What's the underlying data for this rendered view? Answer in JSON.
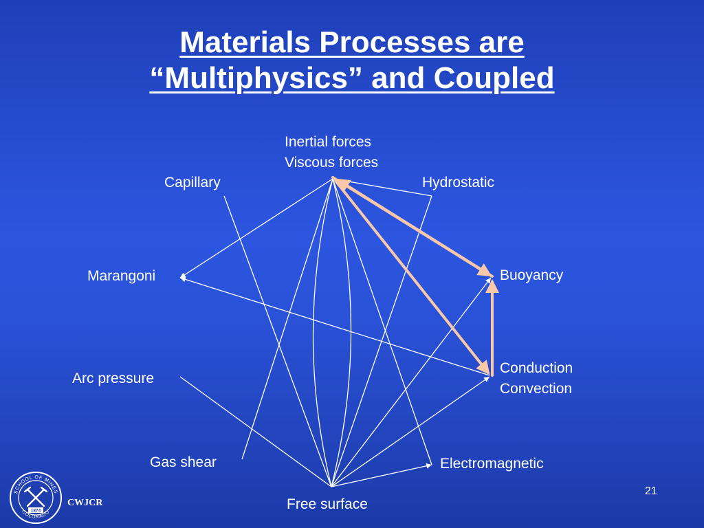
{
  "slide": {
    "title_line1": "Materials Processes are",
    "title_line2": "“Multiphysics” and Coupled",
    "number": "21"
  },
  "nodes": {
    "inertial": [
      "Inertial forces",
      "Viscous forces"
    ],
    "capillary": "Capillary",
    "hydrostatic": "Hydrostatic",
    "marangoni": "Marangoni",
    "buoyancy": "Buoyancy",
    "conduction": [
      "Conduction",
      "Convection"
    ],
    "arc_pressure": "Arc pressure",
    "gas_shear": "Gas shear",
    "electromagnetic": "Electromagnetic",
    "free_surface": "Free surface"
  },
  "logo": {
    "ring_top": "SCHOOL OF MINES",
    "ring_bottom": "COLORADO",
    "year": "1874",
    "caption": "CWJCR"
  },
  "colors": {
    "background": "#2a52d8",
    "line": "#ffffff",
    "highlight": "#f9c8a8"
  }
}
